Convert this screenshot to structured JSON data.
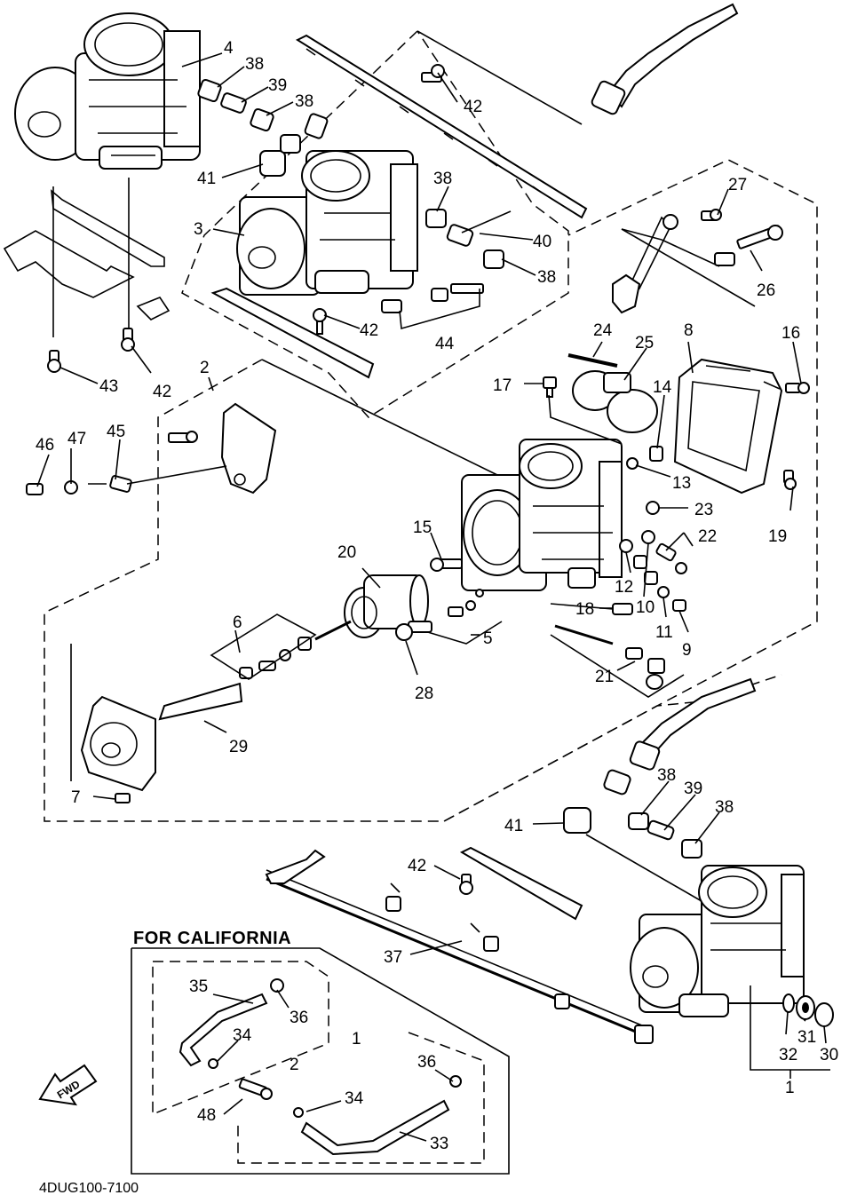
{
  "header": {
    "california": "FOR CALIFORNIA"
  },
  "footer": {
    "code": "4DUG100-7100"
  },
  "fwd_label": "FWD",
  "callouts": {
    "c1a": "1",
    "c1b": "1",
    "c2a": "2",
    "c2b": "2",
    "c3": "3",
    "c4": "4",
    "c5": "5",
    "c6": "6",
    "c7": "7",
    "c8": "8",
    "c9": "9",
    "c10": "10",
    "c11": "11",
    "c12": "12",
    "c13": "13",
    "c14": "14",
    "c15": "15",
    "c16": "16",
    "c17": "17",
    "c18": "18",
    "c19": "19",
    "c20": "20",
    "c21": "21",
    "c22": "22",
    "c23": "23",
    "c24": "24",
    "c25": "25",
    "c26": "26",
    "c27": "27",
    "c28": "28",
    "c29": "29",
    "c30": "30",
    "c31": "31",
    "c32": "32",
    "c33": "33",
    "c34a": "34",
    "c34b": "34",
    "c35": "35",
    "c36a": "36",
    "c36b": "36",
    "c37": "37",
    "c38a": "38",
    "c38b": "38",
    "c38c": "38",
    "c38d": "38",
    "c38e": "38",
    "c38f": "38",
    "c39a": "39",
    "c39b": "39",
    "c40": "40",
    "c41a": "41",
    "c41b": "41",
    "c42a": "42",
    "c42b": "42",
    "c42c": "42",
    "c42d": "42",
    "c43": "43",
    "c44": "44",
    "c45": "45",
    "c46": "46",
    "c47": "47",
    "c48": "48"
  }
}
